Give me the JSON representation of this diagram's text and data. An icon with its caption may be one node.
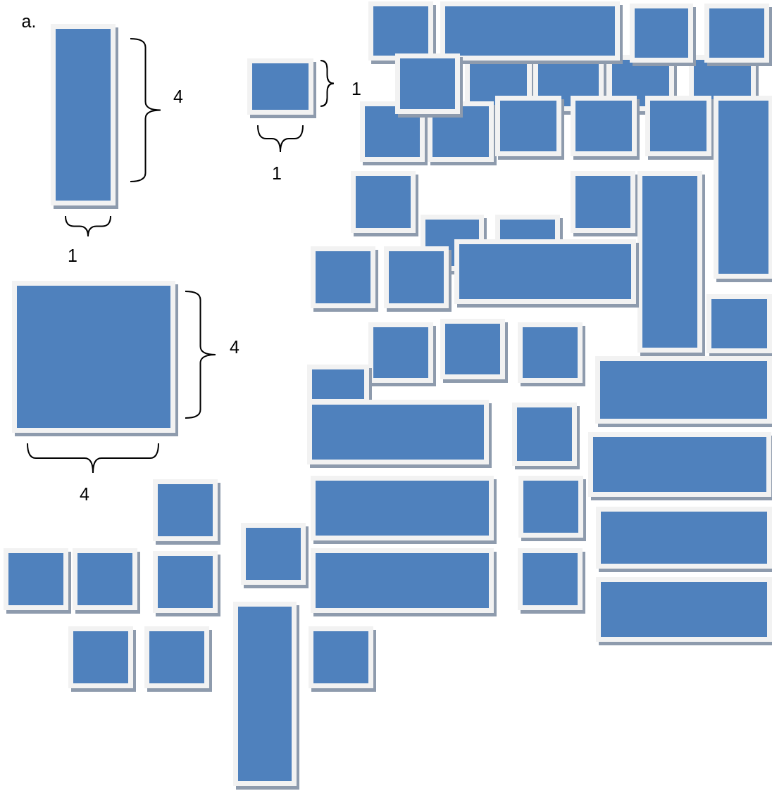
{
  "diagram": {
    "labels": [
      "a.",
      "4",
      "1",
      "1",
      "1",
      "4",
      "4"
    ]
  }
}
